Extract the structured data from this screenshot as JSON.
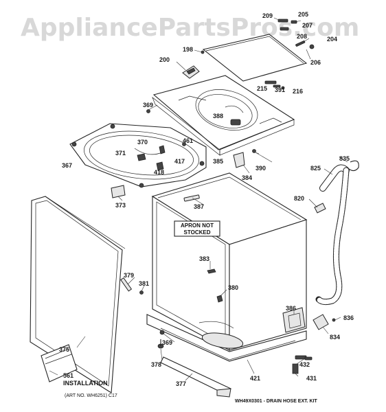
{
  "watermark": "AppliancePartsPros.com",
  "labels": {
    "p209": "209",
    "p205": "205",
    "p207": "207",
    "p208": "208",
    "p204": "204",
    "p198": "198",
    "p200": "200",
    "p206": "206",
    "p215": "215",
    "p391": "391",
    "p216": "216",
    "p369a": "369",
    "p388": "388",
    "p370": "370",
    "p461": "461",
    "p371": "371",
    "p417": "417",
    "p367": "367",
    "p418": "418",
    "p385": "385",
    "p390": "390",
    "p384": "384",
    "p835": "835",
    "p825": "825",
    "p373": "373",
    "p387": "387",
    "p820": "820",
    "p383": "383",
    "p379": "379",
    "p381": "381",
    "p380": "380",
    "p386": "386",
    "p836": "836",
    "p834": "834",
    "p369b": "369",
    "p375": "375",
    "p378": "378",
    "p432": "432",
    "p561": "561",
    "p421": "421",
    "p431": "431",
    "p377": "377"
  },
  "note_apron": [
    "APRON NOT",
    "STOCKED"
  ],
  "installation": "INSTALLATION",
  "art_no": "(ART NO. WH6251) C17",
  "kit_caption": "WH49X0301 - DRAIN HOSE EXT. KIT"
}
